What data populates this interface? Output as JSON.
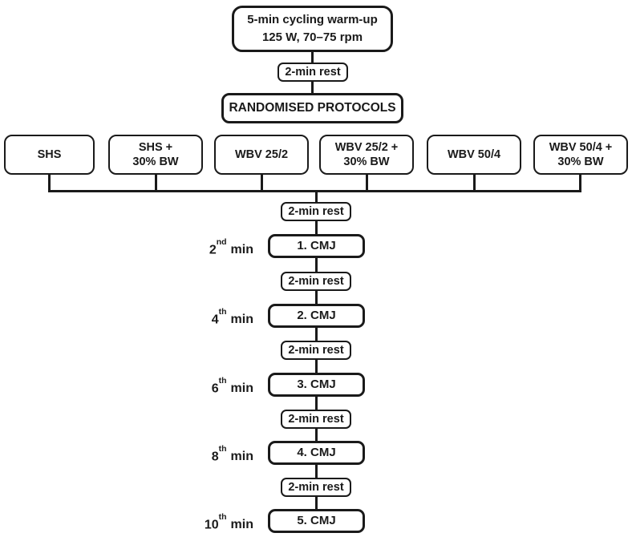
{
  "flow": {
    "warmup_line1": "5-min cycling warm-up",
    "warmup_line2": "125 W, 70–75 rpm",
    "rest_label": "2-min rest",
    "randomised_label": "RANDOMISED PROTOCOLS",
    "protocols": [
      {
        "label": "SHS"
      },
      {
        "label": "SHS +\n30% BW"
      },
      {
        "label": "WBV 25/2"
      },
      {
        "label": "WBV 25/2 +\n30% BW"
      },
      {
        "label": "WBV 50/4"
      },
      {
        "label": "WBV 50/4 +\n30% BW"
      }
    ],
    "sequence": [
      {
        "minute": "2",
        "ordinal": "nd",
        "jump_label": "1. CMJ"
      },
      {
        "minute": "4",
        "ordinal": "th",
        "jump_label": "2. CMJ"
      },
      {
        "minute": "6",
        "ordinal": "th",
        "jump_label": "3. CMJ"
      },
      {
        "minute": "8",
        "ordinal": "th",
        "jump_label": "4. CMJ"
      },
      {
        "minute": "10",
        "ordinal": "th",
        "jump_label": "5. CMJ"
      }
    ],
    "min_word": "min"
  },
  "colors": {
    "line": "#1a1a1a",
    "box_fill": "#ffffff",
    "background": "#ffffff",
    "text": "#1a1a1a"
  }
}
